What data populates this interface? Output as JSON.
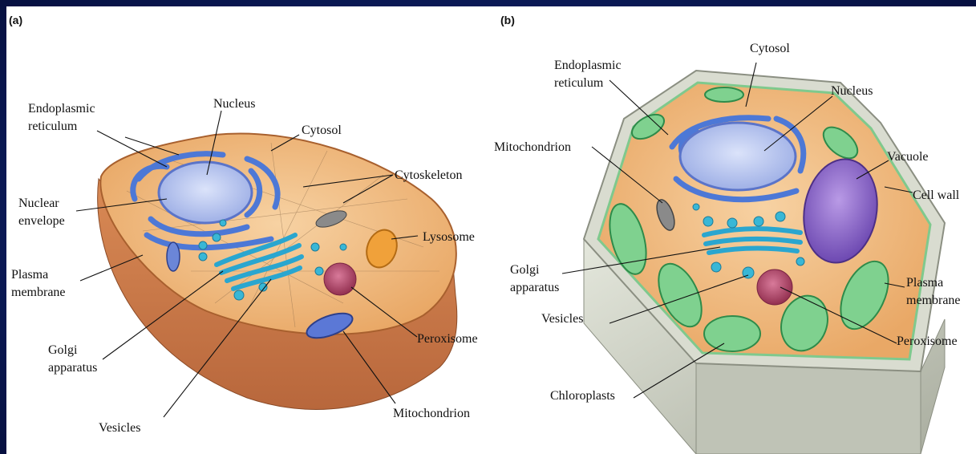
{
  "panel_a": {
    "tag": "(a)",
    "labels": {
      "er_1": "Endoplasmic",
      "er_2": "reticulum",
      "nucleus": "Nucleus",
      "cytosol": "Cytosol",
      "cytoskeleton": "Cytoskeleton",
      "nuclear_envelope_1": "Nuclear",
      "nuclear_envelope_2": "envelope",
      "lysosome": "Lysosome",
      "plasma_membrane_1": "Plasma",
      "plasma_membrane_2": "membrane",
      "peroxisome": "Peroxisome",
      "golgi_1": "Golgi",
      "golgi_2": "apparatus",
      "mitochondrion": "Mitochondrion",
      "vesicles": "Vesicles"
    }
  },
  "panel_b": {
    "tag": "(b)",
    "labels": {
      "cytosol": "Cytosol",
      "er_1": "Endoplasmic",
      "er_2": "reticulum",
      "nucleus": "Nucleus",
      "mitochondrion": "Mitochondrion",
      "vacuole": "Vacuole",
      "cell_wall": "Cell wall",
      "golgi_1": "Golgi",
      "golgi_2": "apparatus",
      "plasma_membrane_1": "Plasma",
      "plasma_membrane_2": "membrane",
      "vesicles": "Vesicles",
      "peroxisome": "Peroxisome",
      "chloroplasts": "Chloroplasts"
    }
  },
  "colors": {
    "frame": "#0b1c5c",
    "animal_outer": "#c8774a",
    "cytoplasm": "#f2c28a",
    "nucleus": "#b9c6ee",
    "er": "#4d78d6",
    "golgi": "#3fb8d8",
    "chloroplast": "#62c87a",
    "vacuole": "#8e6cc9",
    "cell_wall": "#cfd3c7",
    "peroxisome": "#b3446a",
    "lysosome": "#f0a13a"
  }
}
